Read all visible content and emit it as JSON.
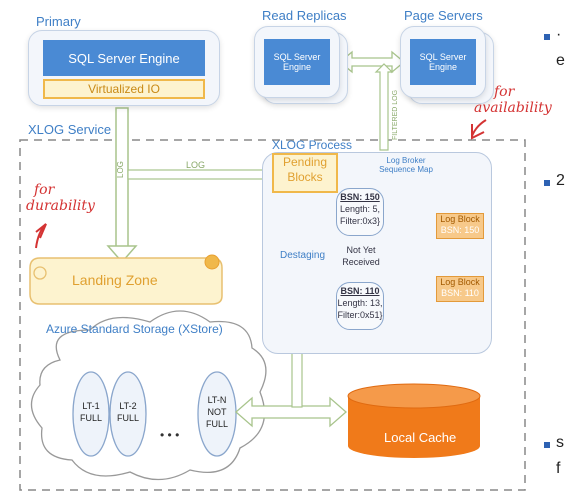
{
  "primary": {
    "title": "Primary",
    "engine": "SQL Server Engine",
    "vio": "Virtualized IO"
  },
  "replicas": {
    "title": "Read Replicas",
    "engine_line1": "SQL Server",
    "engine_line2": "Engine"
  },
  "page_servers": {
    "title": "Page Servers",
    "engine_line1": "SQL Server",
    "engine_line2": "Engine"
  },
  "xlog_service": {
    "title": "XLOG Service"
  },
  "xlog_process": {
    "title": "XLOG Process",
    "pending_line1": "Pending",
    "pending_line2": "Blocks",
    "map_line1": "Log Broker",
    "map_line2": "Sequence Map",
    "destaging": "Destaging",
    "bsn150_title": "BSN: 150",
    "bsn150_l2": "Length: 5,",
    "bsn150_l3": "Filter:0x3}",
    "not_yet_l1": "Not Yet",
    "not_yet_l2": "Received",
    "bsn110_title": "BSN: 110",
    "bsn110_l2": "Length: 13,",
    "bsn110_l3": "Filter:0x51}",
    "logblock1_l1": "Log Block",
    "logblock1_l2": "BSN: 150",
    "logblock2_l1": "Log Block",
    "logblock2_l2": "BSN: 110"
  },
  "arrows": {
    "log_vertical": "LOG",
    "log_horizontal": "LOG",
    "filtered_log": "FILTERED LOG"
  },
  "landing_zone": "Landing Zone",
  "storage": {
    "title": "Azure Standard Storage (XStore)",
    "lt1_l1": "LT-1",
    "lt1_l2": "FULL",
    "lt2_l1": "LT-2",
    "lt2_l2": "FULL",
    "dots": "• • •",
    "ltn_l1": "LT-N",
    "ltn_l2": "NOT",
    "ltn_l3": "FULL"
  },
  "local_cache": "Local Cache",
  "annotations": {
    "durability_l1": "for",
    "durability_l2": "durability",
    "availability_l1": "for",
    "availability_l2": "availability"
  },
  "side_text": {
    "t1": "·",
    "t2": "e",
    "t3": "2",
    "t4": "s",
    "t5": "f"
  },
  "colors": {
    "engine": "#4a8ad4",
    "vio_border": "#f0b84a",
    "cache": "#f07a1a",
    "annotation": "#d43333",
    "label": "#3f7fc6"
  }
}
